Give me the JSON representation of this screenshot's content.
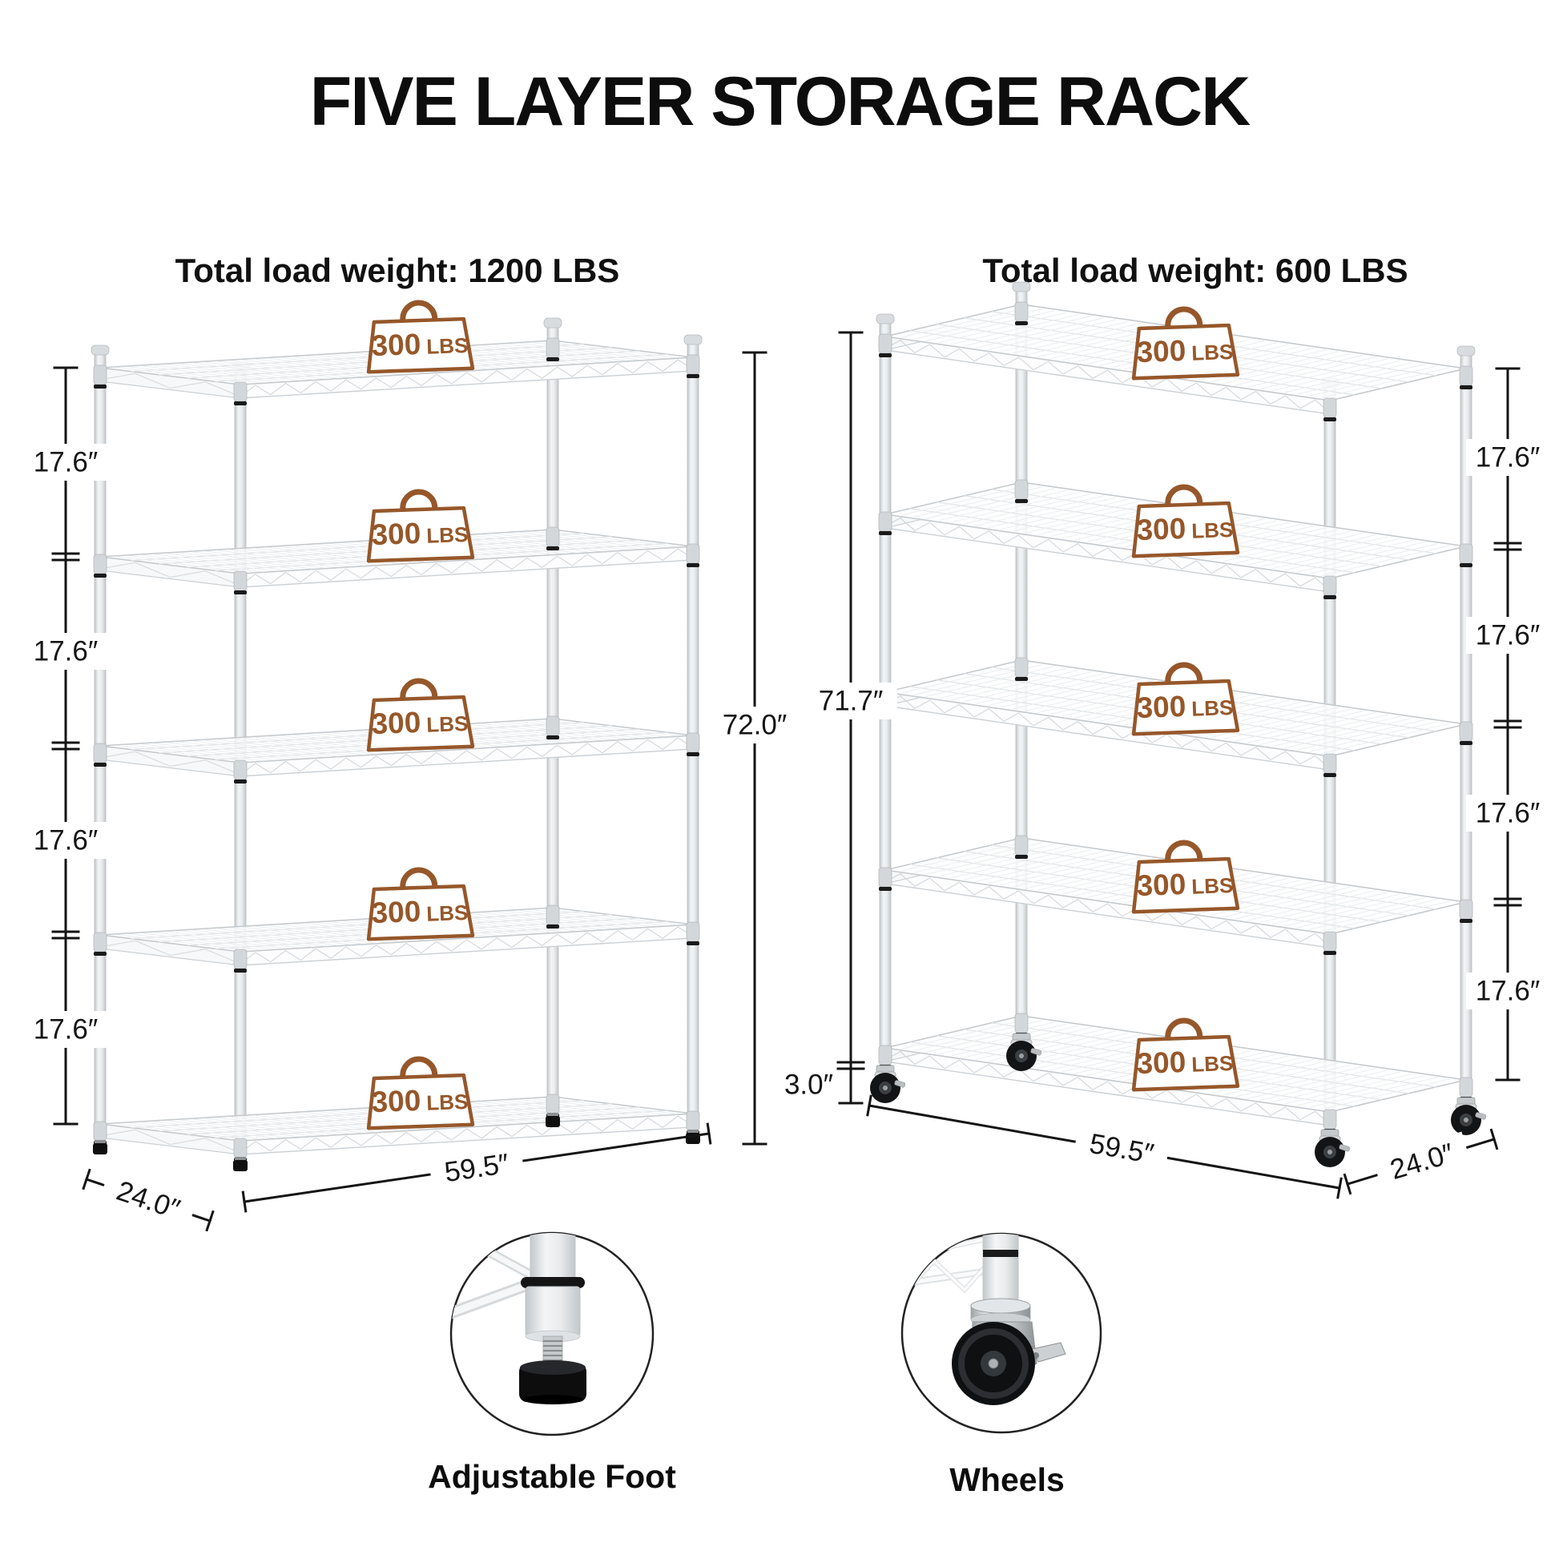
{
  "title": "FIVE LAYER STORAGE RACK",
  "colors": {
    "accent_brown": "#96572a",
    "dimension_text": "#151515",
    "rack_wire_gray": "#d8dcde"
  },
  "racks": {
    "left": {
      "subtitle": "Total load weight: 1200 LBS",
      "badges": [
        {
          "value": "300",
          "unit": "LBS"
        },
        {
          "value": "300",
          "unit": "LBS"
        },
        {
          "value": "300",
          "unit": "LBS"
        },
        {
          "value": "300",
          "unit": "LBS"
        },
        {
          "value": "300",
          "unit": "LBS"
        }
      ],
      "dims": {
        "spacings": [
          "17.6″",
          "17.6″",
          "17.6″",
          "17.6″"
        ],
        "height": "72.0″",
        "depth": "24.0″",
        "width": "59.5″"
      }
    },
    "right": {
      "subtitle": "Total load weight: 600 LBS",
      "badges": [
        {
          "value": "300",
          "unit": "LBS"
        },
        {
          "value": "300",
          "unit": "LBS"
        },
        {
          "value": "300",
          "unit": "LBS"
        },
        {
          "value": "300",
          "unit": "LBS"
        },
        {
          "value": "300",
          "unit": "LBS"
        }
      ],
      "dims": {
        "spacings": [
          "17.6″",
          "17.6″",
          "17.6″",
          "17.6″"
        ],
        "height": "71.7″",
        "wheel_height": "3.0″",
        "depth": "24.0″",
        "width": "59.5″"
      }
    }
  },
  "callouts": {
    "foot": {
      "label": "Adjustable Foot"
    },
    "wheel": {
      "label": "Wheels"
    }
  }
}
